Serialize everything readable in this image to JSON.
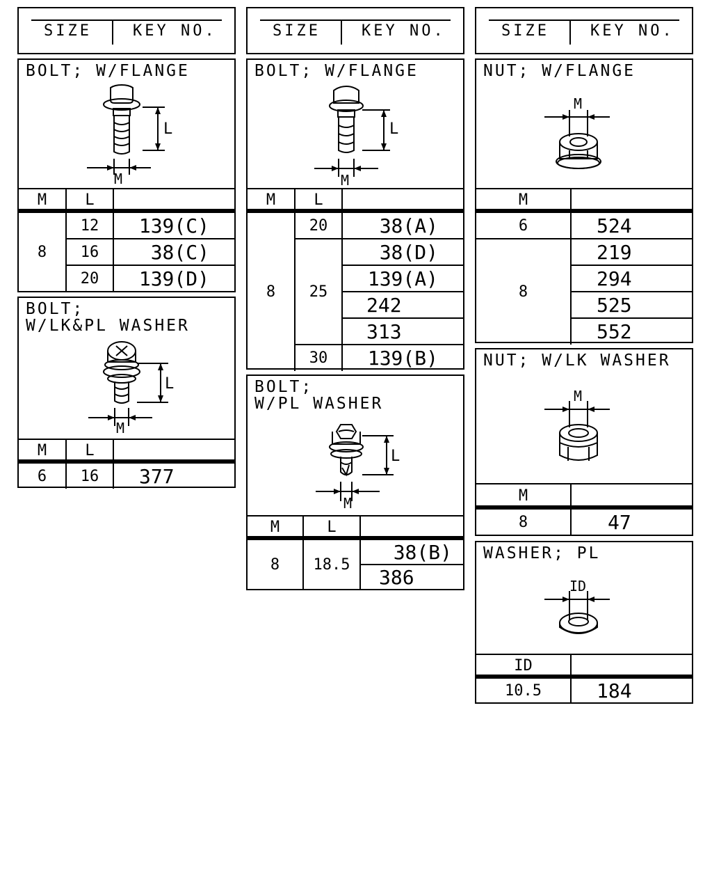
{
  "headers": {
    "size": "SIZE",
    "key_no": "KEY NO."
  },
  "col1": {
    "bolt_flange": {
      "title": "BOLT; W/FLANGE",
      "dim_l": "L",
      "dim_m": "M",
      "col_m": "M",
      "col_l": "L",
      "rows": [
        {
          "m": "8",
          "l": "12",
          "key": "139(C)"
        },
        {
          "m": "",
          "l": "16",
          "key": "38(C)"
        },
        {
          "m": "",
          "l": "20",
          "key": "139(D)"
        }
      ]
    },
    "bolt_lk_pl": {
      "title": "BOLT;\nW/LK&PL WASHER",
      "dim_l": "L",
      "dim_m": "M",
      "col_m": "M",
      "col_l": "L",
      "rows": [
        {
          "m": "6",
          "l": "16",
          "key": "377"
        }
      ]
    }
  },
  "col2": {
    "bolt_flange": {
      "title": "BOLT; W/FLANGE",
      "dim_l": "L",
      "dim_m": "M",
      "col_m": "M",
      "col_l": "L",
      "m_value": "8",
      "l_values": [
        "20",
        "25",
        "30"
      ],
      "keys": [
        "38(A)",
        "38(D)",
        "139(A)",
        "242",
        "313",
        "139(B)"
      ]
    },
    "bolt_pl": {
      "title": "BOLT;\nW/PL WASHER",
      "dim_l": "L",
      "dim_m": "M",
      "col_m": "M",
      "col_l": "L",
      "m_value": "8",
      "l_value": "18.5",
      "keys": [
        "38(B)",
        "386"
      ]
    }
  },
  "col3": {
    "nut_flange": {
      "title": "NUT; W/FLANGE",
      "dim_m": "M",
      "col_m": "M",
      "rows": [
        {
          "m": "6",
          "keys": [
            "524"
          ]
        },
        {
          "m": "8",
          "keys": [
            "219",
            "294",
            "525",
            "552"
          ]
        }
      ]
    },
    "nut_lk": {
      "title": "NUT; W/LK WASHER",
      "dim_m": "M",
      "col_m": "M",
      "rows": [
        {
          "m": "8",
          "key": "47"
        }
      ]
    },
    "washer_pl": {
      "title": "WASHER; PL",
      "dim_id": "ID",
      "col_id": "ID",
      "rows": [
        {
          "id": "10.5",
          "key": "184"
        }
      ]
    }
  }
}
